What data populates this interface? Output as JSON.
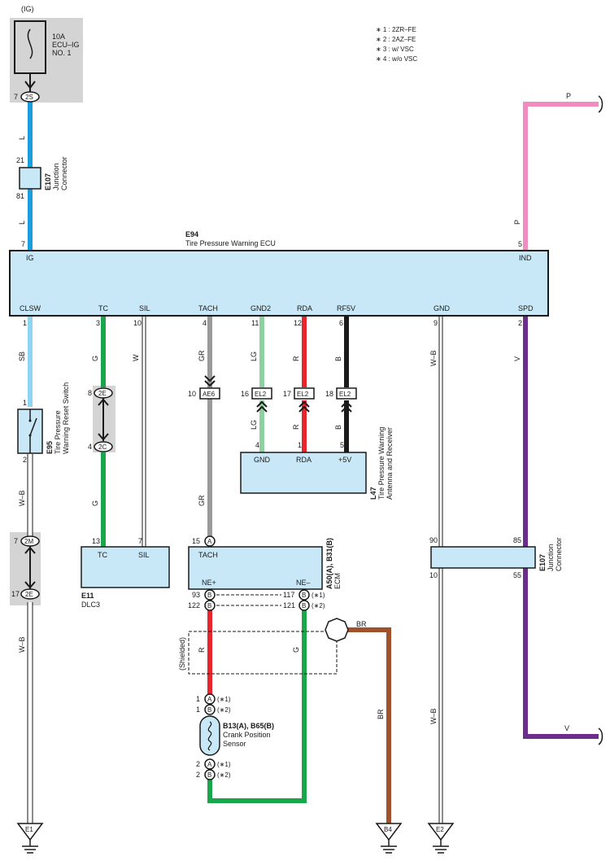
{
  "notes": [
    "∗ 1 : 2ZR–FE",
    "∗ 2 : 2AZ–FE",
    "∗ 3 : w/ VSC",
    "∗ 4 : w/o VSC"
  ],
  "fuse": {
    "ig": "(IG)",
    "amp": "10A",
    "name1": "ECU–IG",
    "name2": "NO. 1",
    "pin": "7",
    "conn": "2S"
  },
  "wires": {
    "l": "L",
    "p": "P",
    "sb": "SB",
    "g": "G",
    "w": "W",
    "gr": "GR",
    "lg": "LG",
    "r": "R",
    "b": "B",
    "wb": "W–B",
    "v": "V",
    "br": "BR",
    "p_end": "P",
    "v_end": "V"
  },
  "e107_top": {
    "code": "E107",
    "name1": "Junction",
    "name2": "Connector",
    "pin_in": "21",
    "pin_out": "81"
  },
  "ecu": {
    "code": "E94",
    "name": "Tire Pressure Warning ECU",
    "pin_ig": "7",
    "pin_ind": "5",
    "top_labels": {
      "ig": "IG",
      "ind": "IND"
    },
    "bottom": [
      {
        "label": "CLSW",
        "pin": "1"
      },
      {
        "label": "TC",
        "pin": "3"
      },
      {
        "label": "SIL",
        "pin": "10"
      },
      {
        "label": "TACH",
        "pin": "4"
      },
      {
        "label": "GND2",
        "pin": "11"
      },
      {
        "label": "RDA",
        "pin": "12"
      },
      {
        "label": "RF5V",
        "pin": "6"
      },
      {
        "label": "GND",
        "pin": "9"
      },
      {
        "label": "SPD",
        "pin": "2"
      }
    ]
  },
  "e95": {
    "code": "E95",
    "name1": "Tire Pressure",
    "name2": "Warning Reset Switch",
    "pin1": "1",
    "pin2": "2"
  },
  "conn_2e_top": {
    "pin": "8",
    "conn": "2E"
  },
  "conn_2c": {
    "pin": "4",
    "conn": "2C"
  },
  "ae6": {
    "pin": "10",
    "conn": "AE6"
  },
  "el2": [
    {
      "pin": "16",
      "conn": "EL2"
    },
    {
      "pin": "17",
      "conn": "EL2"
    },
    {
      "pin": "18",
      "conn": "EL2"
    }
  ],
  "l47": {
    "code": "L47",
    "name1": "Tire Pressure Warning",
    "name2": "Antenna and Receiver",
    "pins": [
      {
        "label": "GND",
        "pin": "4"
      },
      {
        "label": "RDA",
        "pin": "1"
      },
      {
        "label": "+5V",
        "pin": "5"
      }
    ]
  },
  "conn_2m": {
    "pin": "7",
    "conn": "2M"
  },
  "conn_2e_bot": {
    "pin": "17",
    "conn": "2E"
  },
  "dlc3": {
    "code": "E11",
    "name": "DLC3",
    "tc": "TC",
    "sil": "SIL",
    "pin_tc": "13",
    "pin_sil": "7"
  },
  "ecm": {
    "code": "A50(A), B31(B)",
    "name": "ECM",
    "tach": "TACH",
    "tach_pin": "15",
    "tach_conn": "A",
    "nep": "NE+",
    "nem": "NE–",
    "nep_pins": [
      {
        "pin": "93",
        "conn": "B"
      },
      {
        "pin": "122",
        "conn": "B"
      }
    ],
    "nem_pins": [
      {
        "pin": "117",
        "conn": "B",
        "note": "(∗1)"
      },
      {
        "pin": "121",
        "conn": "B",
        "note": "(∗2)"
      }
    ]
  },
  "e107_bot": {
    "code": "E107",
    "name1": "Junction",
    "name2": "Connector",
    "pin_in_l": "90",
    "pin_out_l": "10",
    "pin_in_r": "85",
    "pin_out_r": "55"
  },
  "shielded": "(Shielded)",
  "crank": {
    "code": "B13(A), B65(B)",
    "name1": "Crank Position",
    "name2": "Sensor",
    "top": [
      {
        "pin": "1",
        "conn": "A",
        "note": "(∗1)"
      },
      {
        "pin": "1",
        "conn": "B",
        "note": "(∗2)"
      }
    ],
    "bot": [
      {
        "pin": "2",
        "conn": "A",
        "note": "(∗1)"
      },
      {
        "pin": "2",
        "conn": "B",
        "note": "(∗2)"
      }
    ]
  },
  "grounds": [
    "E1",
    "B4",
    "E2"
  ],
  "colors": {
    "blue": "#1a9fdc",
    "pink": "#f08cc0",
    "lightblue": "#8fd4f0",
    "green": "#1aa64a",
    "gray": "#9a9a9a",
    "lightgreen": "#8fd0a0",
    "red": "#e8242c",
    "black": "#1a1a1a",
    "purple": "#6b2d8e",
    "brown": "#a0522d",
    "box": "#c9e8f7",
    "shade": "#d4d4d4"
  }
}
